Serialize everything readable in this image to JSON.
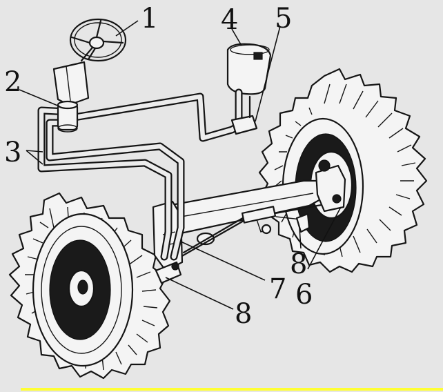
{
  "labels": [
    {
      "id": "1",
      "text": "1"
    },
    {
      "id": "2",
      "text": "2"
    },
    {
      "id": "3",
      "text": "3"
    },
    {
      "id": "4",
      "text": "4"
    },
    {
      "id": "5",
      "text": "5"
    },
    {
      "id": "6",
      "text": "6"
    },
    {
      "id": "7",
      "text": "7"
    },
    {
      "id": "8a",
      "text": "8"
    },
    {
      "id": "8b",
      "text": "8"
    }
  ],
  "colors": {
    "background": "#e6e6e6",
    "ink": "#151515",
    "bottom_bar": "#ffff33"
  }
}
